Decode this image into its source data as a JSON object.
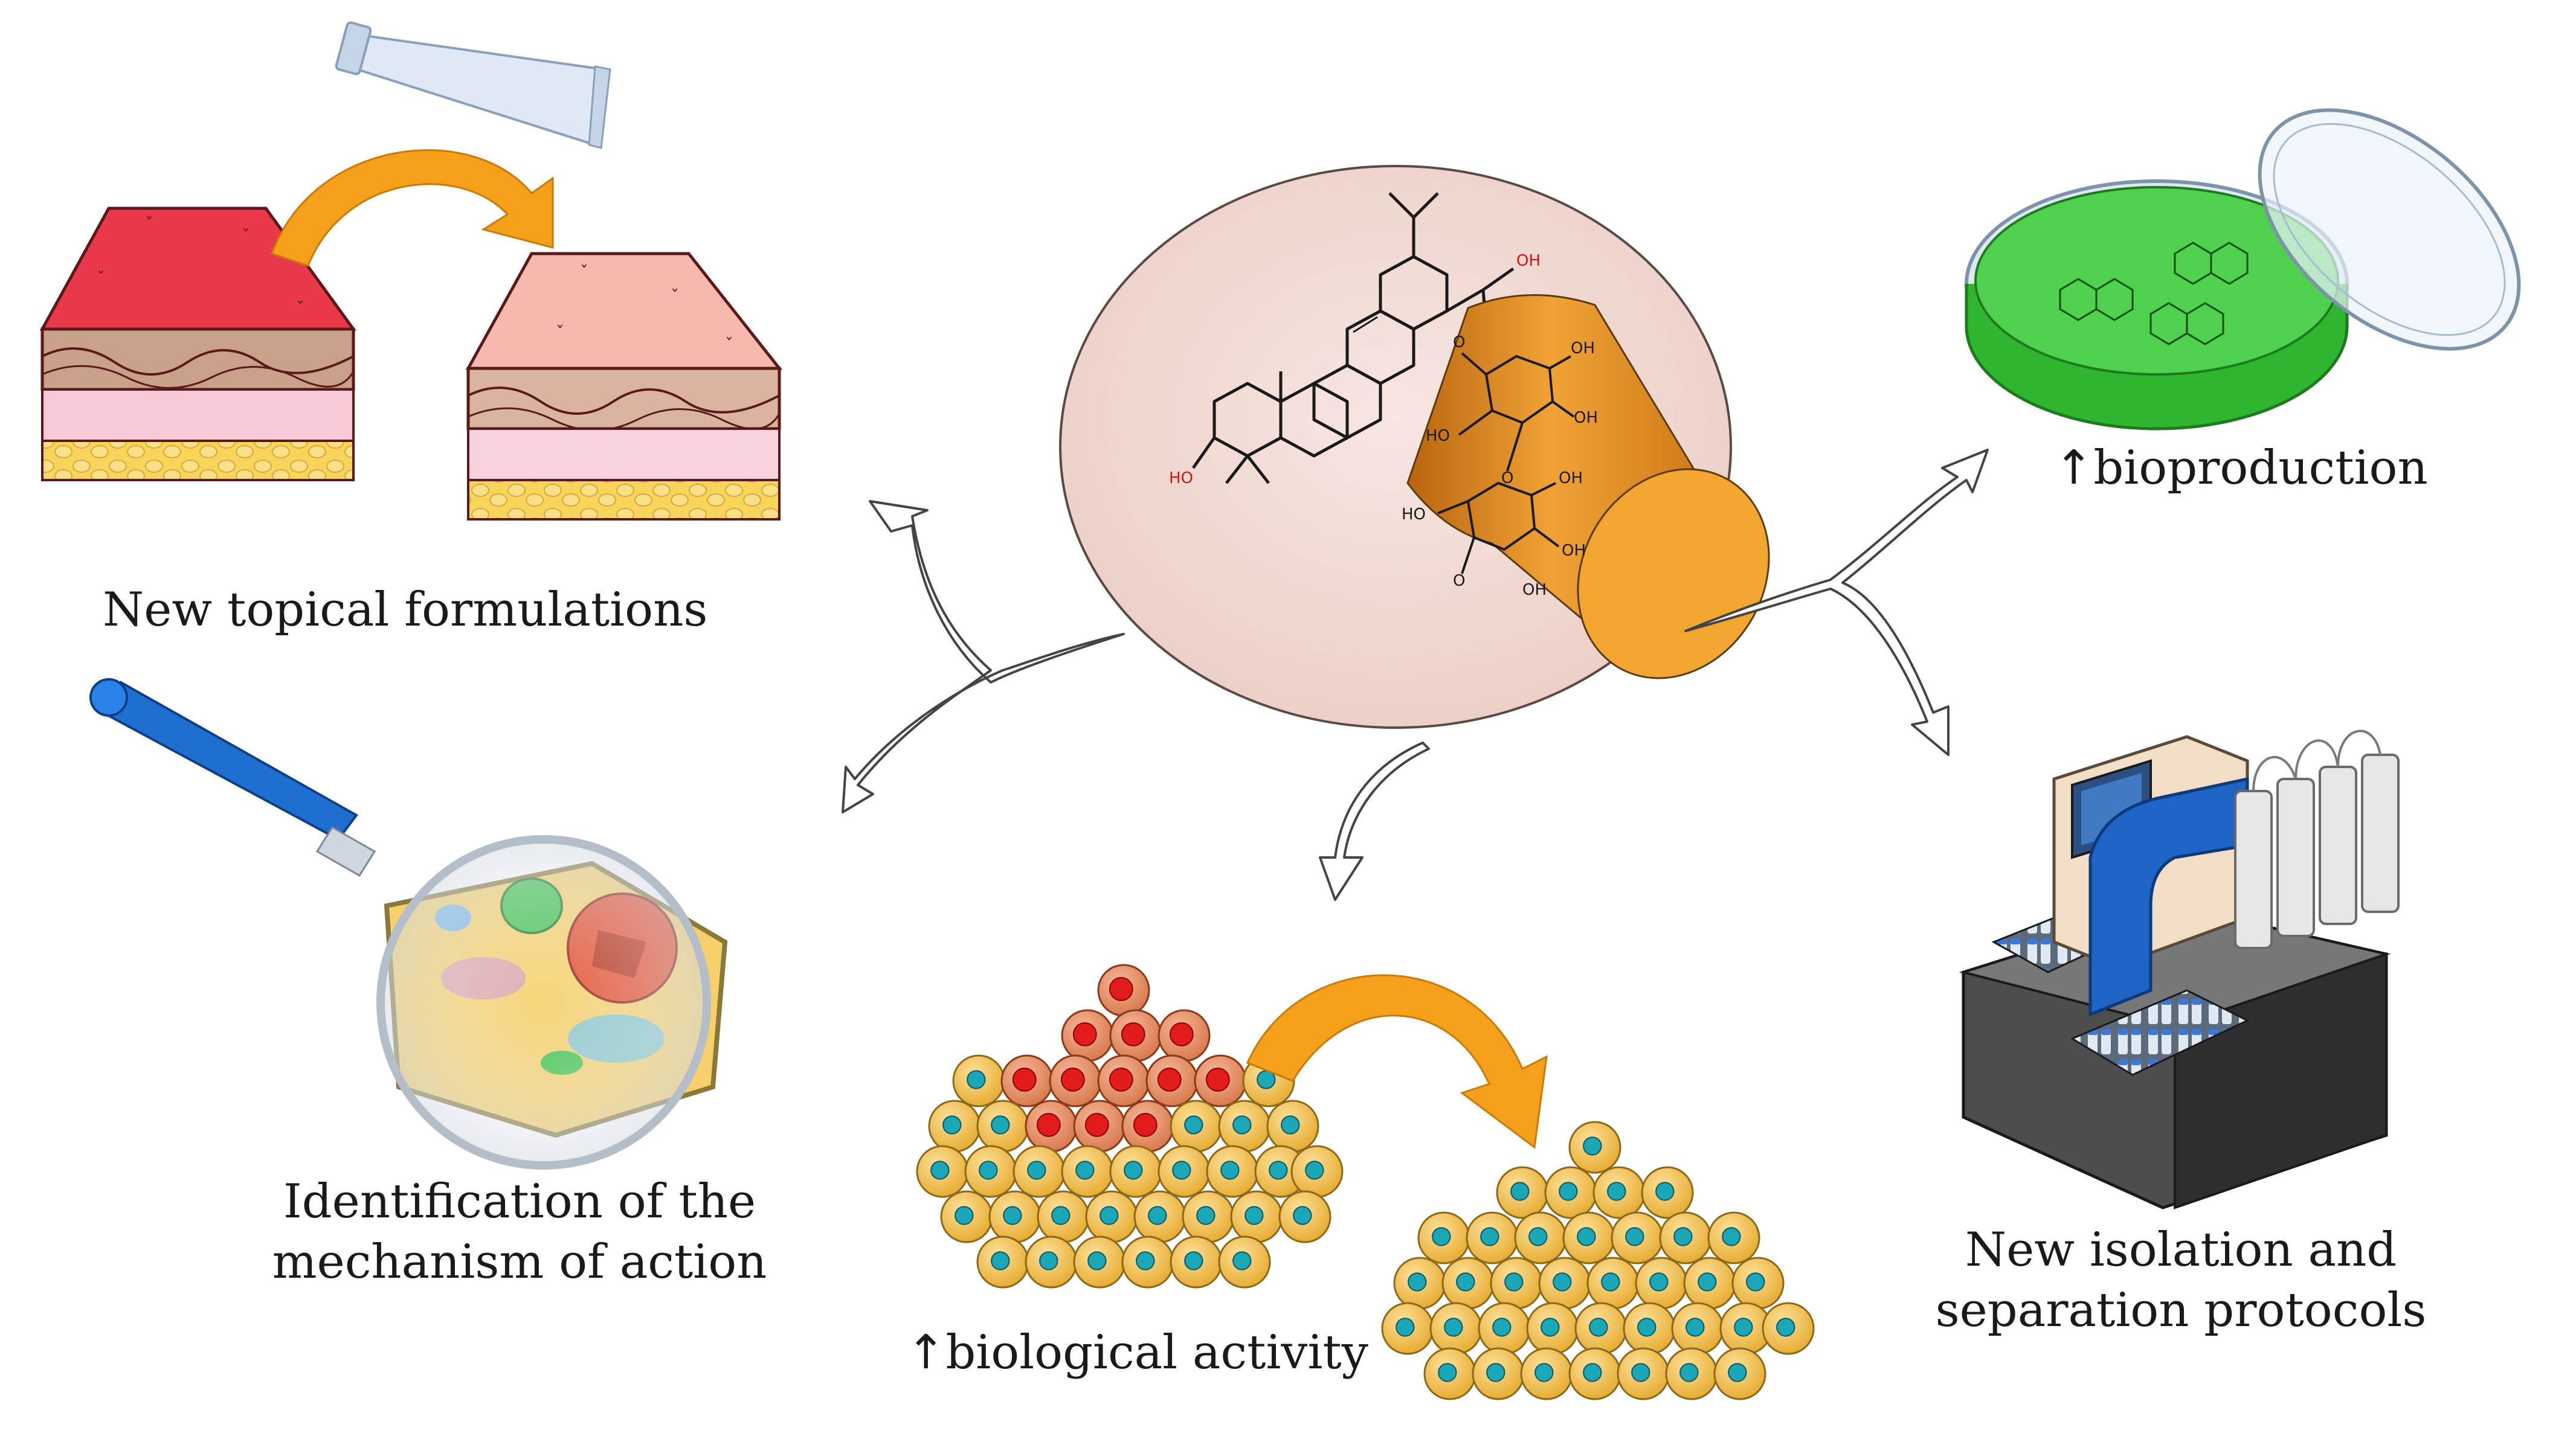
{
  "colors": {
    "orange_arrow": "#f5a01a",
    "skin_red": "#e8384a",
    "skin_healthy": "#f6b9ad",
    "fat_yellow": "#f7d55a",
    "center_disc": "#f2dcd6",
    "cyclodextrin": "#e8951c",
    "petri_green": "#2fb52f",
    "cell_yellow": "#f4c24a",
    "cell_nucleus": "#1aa7b8",
    "cancer_cell": "#e07a4a",
    "cancer_nucleus": "#e21b1b",
    "instrument_blue": "#1f64c4",
    "magnifier_blue": "#1f6fd1"
  },
  "molecule_labels": {
    "oh_acid": "OH",
    "carbonyl_o": "O",
    "ho_left": "HO",
    "o1": "O",
    "oh_s1": "OH",
    "ho_s1": "HO",
    "oh_s1b": "OH",
    "o2": "O",
    "oh_s2": "OH",
    "ho_s2": "HO",
    "oh_s2b": "OH",
    "o3": "O",
    "oh_s2c": "OH"
  },
  "captions": {
    "topical": "New topical formulations",
    "mechanism_line1": "Identification of the",
    "mechanism_line2": "mechanism of action",
    "bio_arrow": "↑",
    "biological": "biological activity",
    "prod_arrow": "↑",
    "bioproduction": "bioproduction",
    "isolation_line1": "New isolation and",
    "isolation_line2": "separation protocols"
  },
  "icons": [
    "ointment-tube-icon",
    "magnifier-icon",
    "petri-dish-icon",
    "chromatography-instrument-icon"
  ]
}
